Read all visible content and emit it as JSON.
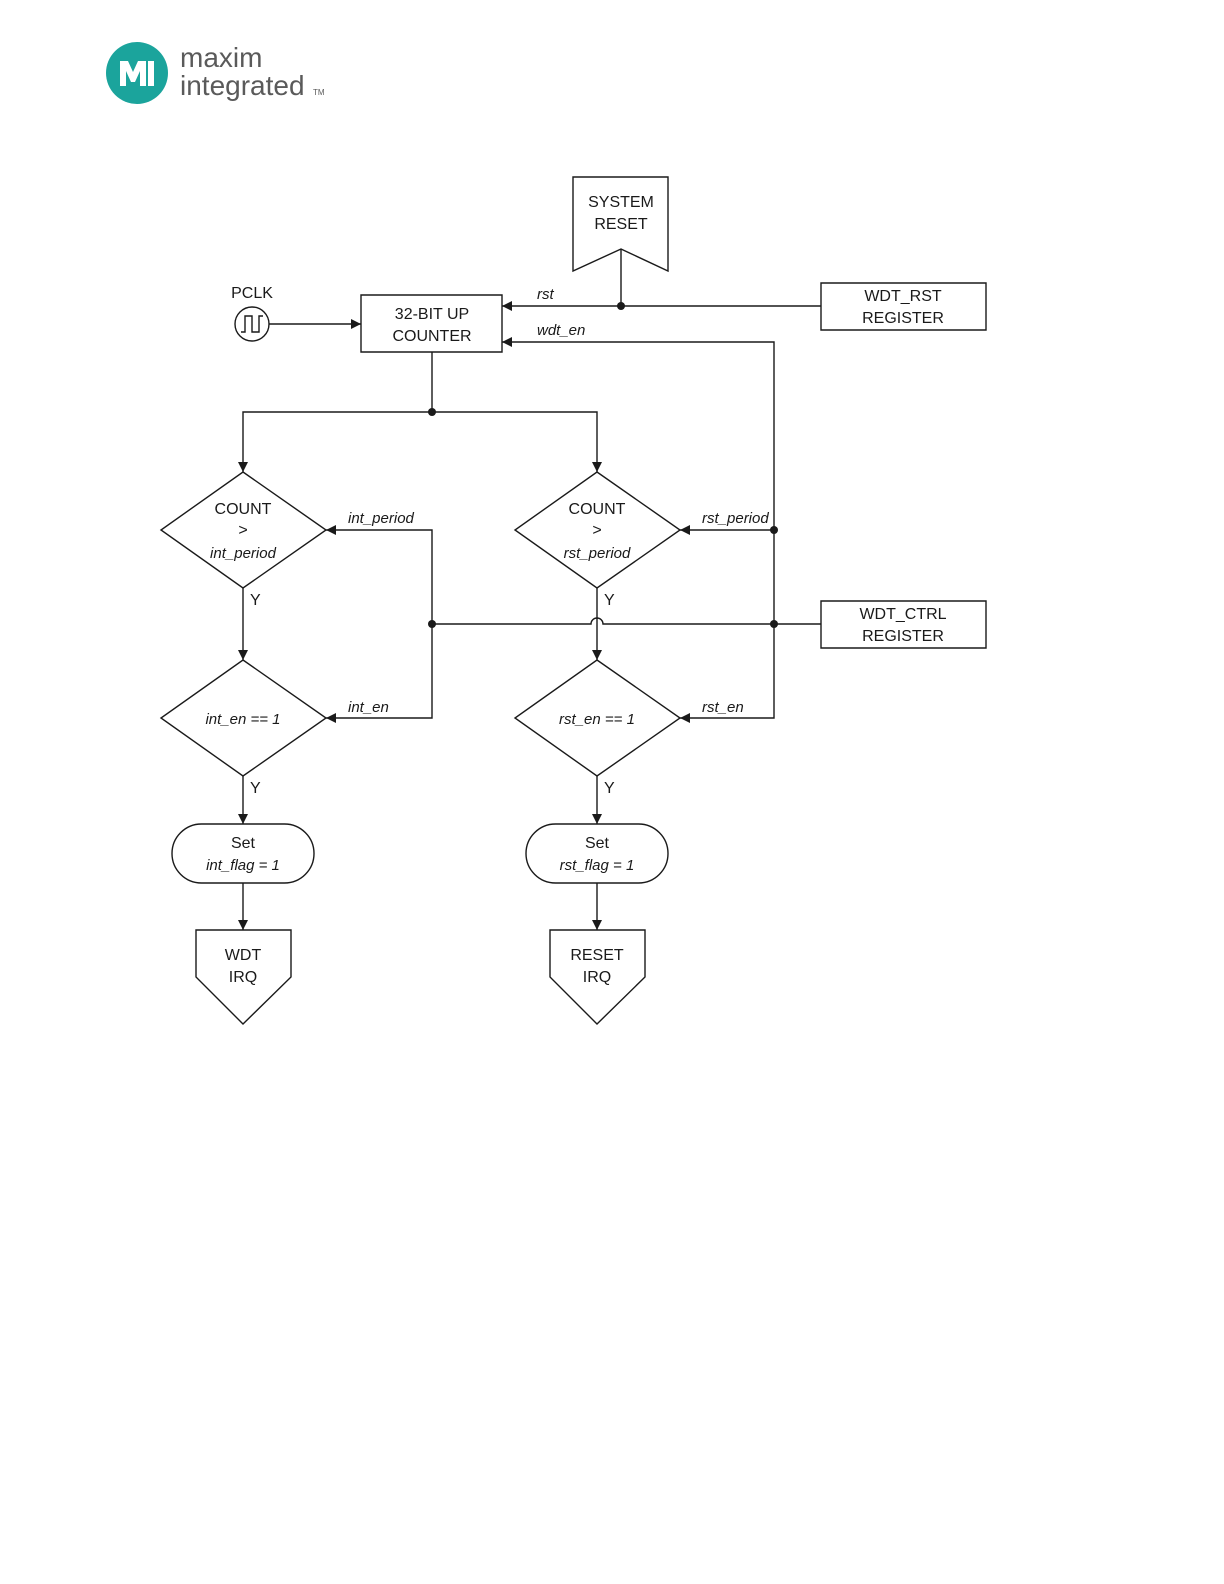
{
  "logo": {
    "line1": "maxim",
    "line2": "integrated",
    "tm": "TM",
    "brand_color": "#1ba49c"
  },
  "diagram": {
    "system_reset": [
      "SYSTEM",
      "RESET"
    ],
    "pclk": "PCLK",
    "counter": [
      "32-BIT UP",
      "COUNTER"
    ],
    "wdt_rst_register": [
      "WDT_RST",
      "REGISTER"
    ],
    "wdt_ctrl_register": [
      "WDT_CTRL",
      "REGISTER"
    ],
    "signals": {
      "rst": "rst",
      "wdt_en": "wdt_en",
      "int_period": "int_period",
      "rst_period": "rst_period",
      "int_en": "int_en",
      "rst_en": "rst_en"
    },
    "int_compare": [
      "COUNT",
      ">",
      "int_period"
    ],
    "rst_compare": [
      "COUNT",
      ">",
      "rst_period"
    ],
    "int_en_check": "int_en == 1",
    "rst_en_check": "rst_en == 1",
    "yes_label": "Y",
    "set_int_flag": [
      "Set",
      "int_flag = 1"
    ],
    "set_rst_flag": [
      "Set",
      "rst_flag = 1"
    ],
    "wdt_irq": [
      "WDT",
      "IRQ"
    ],
    "reset_irq": [
      "RESET",
      "IRQ"
    ]
  }
}
